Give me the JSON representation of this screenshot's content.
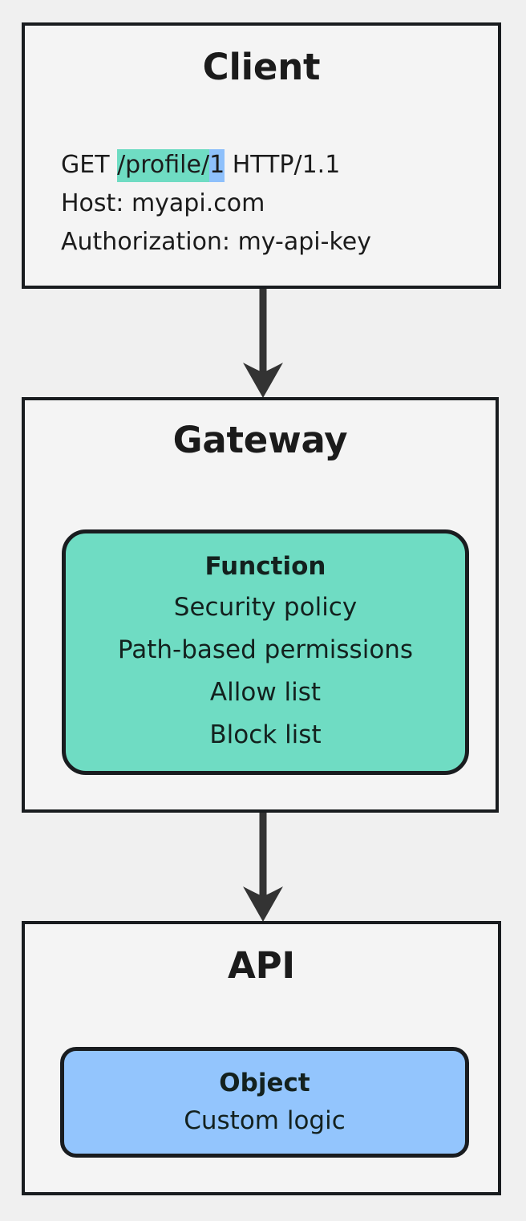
{
  "diagram": {
    "type": "flowchart",
    "orientation": "top-to-bottom",
    "background_color": "#f0f0f0",
    "node_fill_color": "#f4f4f4",
    "border_color": "#191c1f",
    "accent_teal": "#6fdcc3",
    "accent_blue": "#93c5fd",
    "highlight_path_color": "#6fdcc3",
    "highlight_id_color": "#8ec0fb"
  },
  "client": {
    "title": "Client",
    "request": {
      "method": "GET ",
      "path": "/profile/",
      "resource_id": "1",
      "protocol": " HTTP/1.1",
      "host_line": "Host: myapi.com",
      "auth_line": "Authorization: my-api-key"
    }
  },
  "gateway": {
    "title": "Gateway",
    "function": {
      "title": "Function",
      "lines": [
        "Security policy",
        "Path-based permissions",
        "Allow list",
        "Block list"
      ]
    }
  },
  "api": {
    "title": "API",
    "object": {
      "title": "Object",
      "lines": [
        "Custom logic"
      ]
    }
  },
  "arrows": [
    {
      "name": "client-to-gateway",
      "from": "Client",
      "to": "Gateway",
      "direction": "down"
    },
    {
      "name": "gateway-to-api",
      "from": "Gateway",
      "to": "API",
      "direction": "down"
    }
  ]
}
